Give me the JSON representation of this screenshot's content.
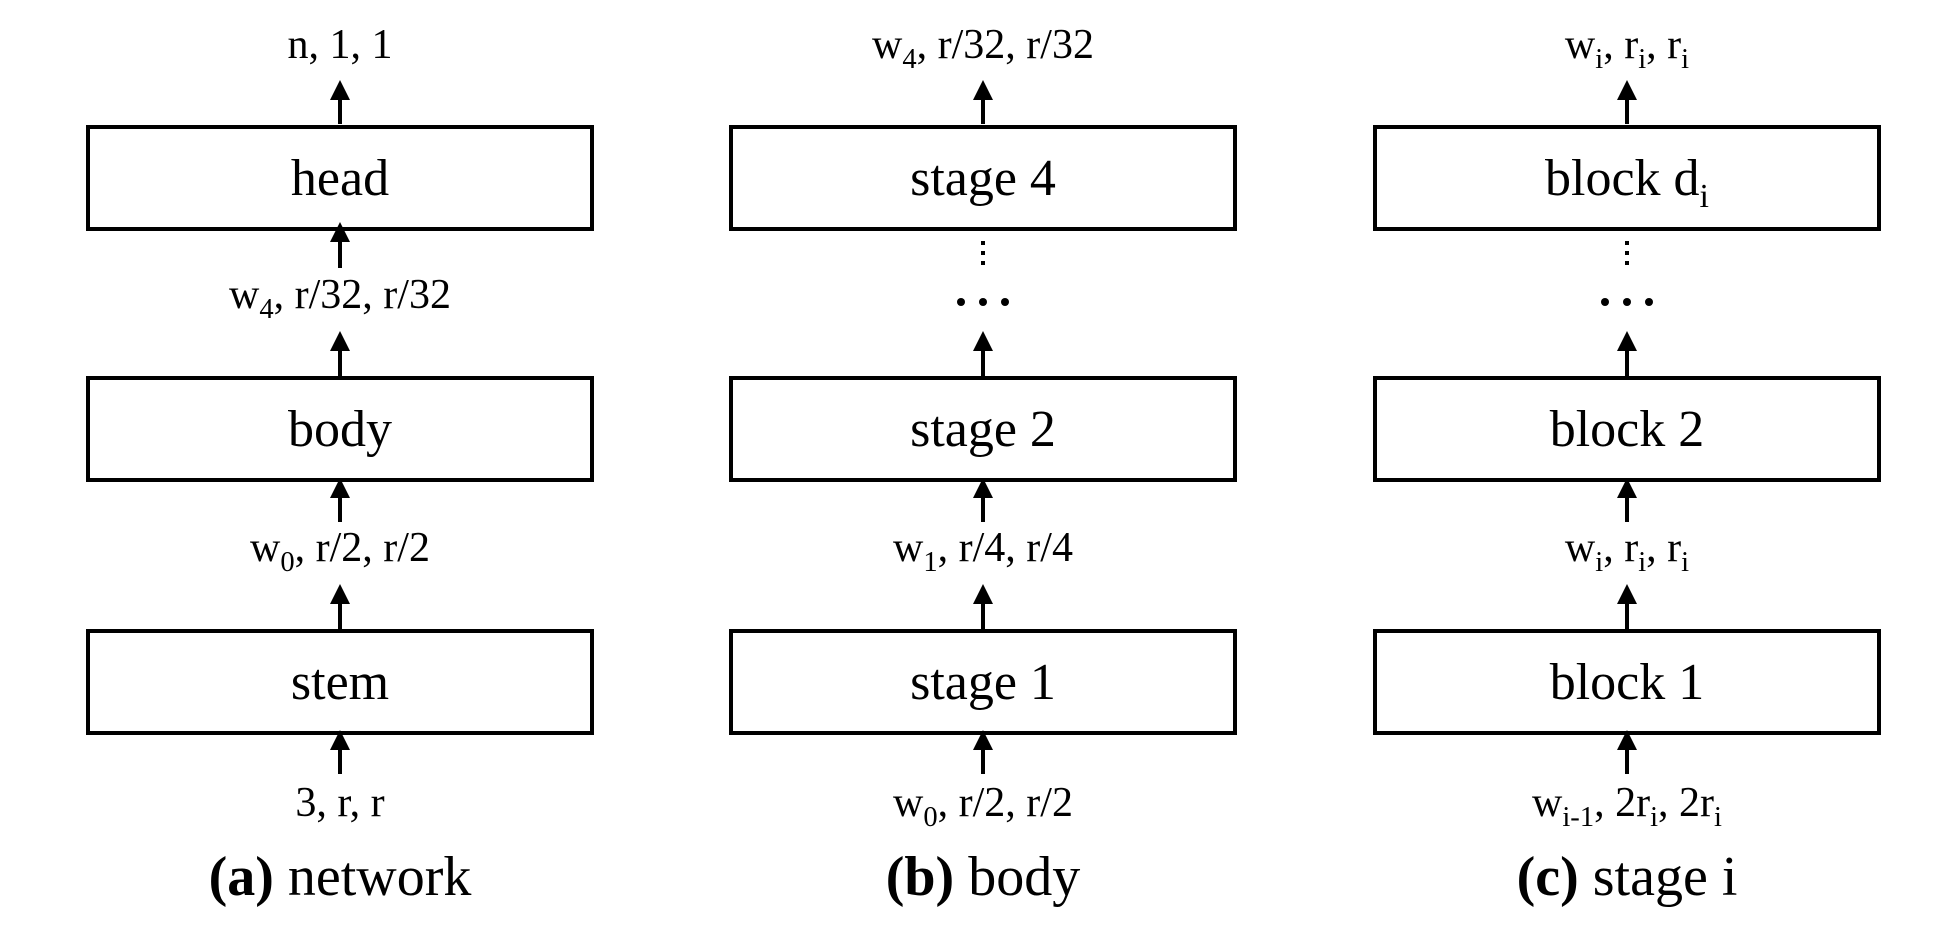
{
  "panels": [
    {
      "caption_bold": "(a)",
      "caption_rest": "network",
      "boxes": [
        {
          "base": "stem",
          "sub": ""
        },
        {
          "base": "body",
          "sub": ""
        },
        {
          "base": "head",
          "sub": ""
        }
      ],
      "dims": [
        [
          {
            "t": "3, r, r"
          }
        ],
        [
          {
            "t": "w"
          },
          {
            "t": "0",
            "sub": true
          },
          {
            "t": ", r/2, r/2"
          }
        ],
        [
          {
            "t": "w"
          },
          {
            "t": "4",
            "sub": true
          },
          {
            "t": ", r/32, r/32"
          }
        ],
        [
          {
            "t": "n, 1, 1"
          }
        ]
      ],
      "ellipsis": false
    },
    {
      "caption_bold": "(b)",
      "caption_rest": "body",
      "boxes": [
        {
          "base": "stage 1",
          "sub": ""
        },
        {
          "base": "stage 2",
          "sub": ""
        },
        {
          "base": "stage 4",
          "sub": ""
        }
      ],
      "dims": [
        [
          {
            "t": "w"
          },
          {
            "t": "0",
            "sub": true
          },
          {
            "t": ", r/2, r/2"
          }
        ],
        [
          {
            "t": "w"
          },
          {
            "t": "1",
            "sub": true
          },
          {
            "t": ", r/4, r/4"
          }
        ],
        null,
        [
          {
            "t": "w"
          },
          {
            "t": "4",
            "sub": true
          },
          {
            "t": ", r/32, r/32"
          }
        ]
      ],
      "ellipsis": true
    },
    {
      "caption_bold": "(c)",
      "caption_rest": "stage i",
      "boxes": [
        {
          "base": "block 1",
          "sub": ""
        },
        {
          "base": "block 2",
          "sub": ""
        },
        {
          "base": "block d",
          "sub": "i"
        }
      ],
      "dims": [
        [
          {
            "t": "w"
          },
          {
            "t": "i-1",
            "sub": true
          },
          {
            "t": ", 2r"
          },
          {
            "t": "i",
            "sub": true
          },
          {
            "t": ", 2r"
          },
          {
            "t": "i",
            "sub": true
          }
        ],
        [
          {
            "t": "w"
          },
          {
            "t": "i",
            "sub": true
          },
          {
            "t": ", r"
          },
          {
            "t": "i",
            "sub": true
          },
          {
            "t": ", r"
          },
          {
            "t": "i",
            "sub": true
          }
        ],
        null,
        [
          {
            "t": "w"
          },
          {
            "t": "i",
            "sub": true
          },
          {
            "t": ", r"
          },
          {
            "t": "i",
            "sub": true
          },
          {
            "t": ", r"
          },
          {
            "t": "i",
            "sub": true
          }
        ]
      ],
      "ellipsis": true
    }
  ]
}
